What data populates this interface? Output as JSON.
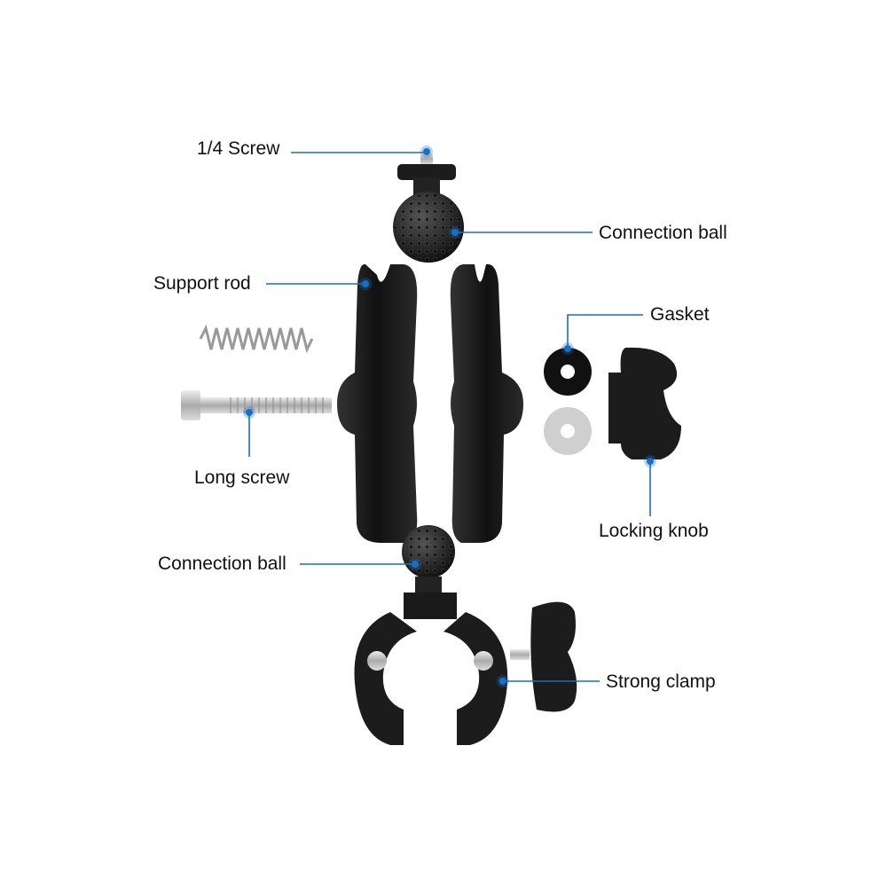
{
  "colors": {
    "accent": "#1a6fc4",
    "part": "#1b1b1b",
    "metal": "#c8c8c8",
    "gasket_light": "#cfcfcf"
  },
  "labels": {
    "quarter_screw": "1/4 Screw",
    "connection_ball_top": "Connection ball",
    "support_rod": "Support rod",
    "gasket": "Gasket",
    "long_screw": "Long screw",
    "locking_knob": "Locking knob",
    "connection_ball_bottom": "Connection ball",
    "strong_clamp": "Strong clamp"
  }
}
